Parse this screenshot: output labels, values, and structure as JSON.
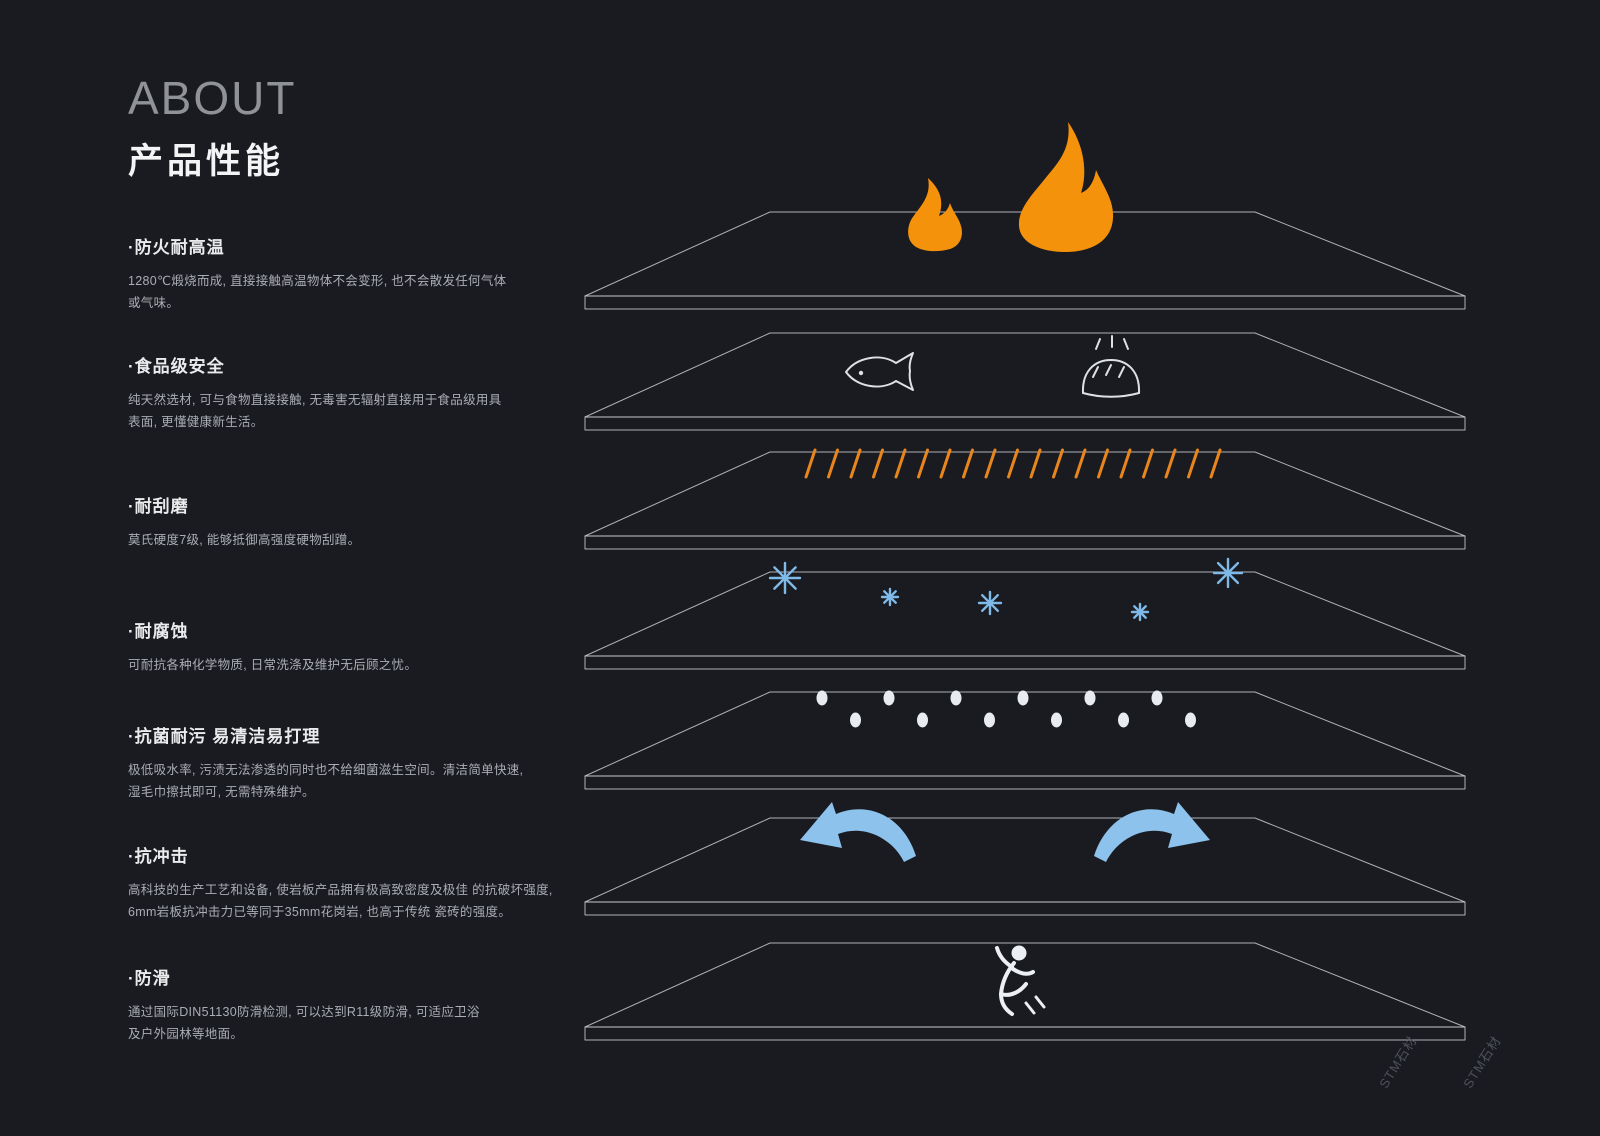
{
  "header": {
    "title_en": "ABOUT",
    "title_zh": "产品性能"
  },
  "features": [
    {
      "title": "·防火耐高温",
      "desc": "1280℃煅烧而成, 直接接触高温物体不会变形, 也不会散发任何气体\n或气味。"
    },
    {
      "title": "·食品级安全",
      "desc": "纯天然选材, 可与食物直接接触, 无毒害无辐射直接用于食品级用具\n表面, 更懂健康新生活。"
    },
    {
      "title": "·耐刮磨",
      "desc": "莫氏硬度7级, 能够抵御高强度硬物刮蹭。"
    },
    {
      "title": "·耐腐蚀",
      "desc": "可耐抗各种化学物质, 日常洗涤及维护无后顾之忧。"
    },
    {
      "title": "·抗菌耐污 易清洁易打理",
      "desc": "极低吸水率, 污渍无法渗透的同时也不给细菌滋生空间。清洁简单快速,\n湿毛巾擦拭即可, 无需特殊维护。"
    },
    {
      "title": "·抗冲击",
      "desc": "高科技的生产工艺和设备, 使岩板产品拥有极高致密度及极佳 的抗破坏强度,\n6mm岩板抗冲击力已等同于35mm花岗岩, 也高于传统 瓷砖的强度。"
    },
    {
      "title": "·防滑",
      "desc": "通过国际DIN51130防滑检测, 可以达到R11级防滑, 可适应卫浴\n及户外园林等地面。"
    }
  ],
  "diagram": {
    "layer_count": 7,
    "layer_icons": [
      "fire-icon",
      "fish-icon",
      "bread-icon",
      "scratch-marks-icon",
      "snowflake-icons",
      "droplet-dots-icon",
      "impact-arrows-icon",
      "slip-person-icon"
    ]
  },
  "watermark": {
    "text": "STM石材"
  },
  "colors": {
    "background": "#1a1b20",
    "flame_orange": "#F5920B",
    "scratch_orange": "#E8851C",
    "ice_blue": "#7FB9E8",
    "arrow_blue": "#8CC2EC",
    "slab_line": "#C9CCD1",
    "title_gray": "#8F9297",
    "text_gray": "#A9ADB4"
  }
}
